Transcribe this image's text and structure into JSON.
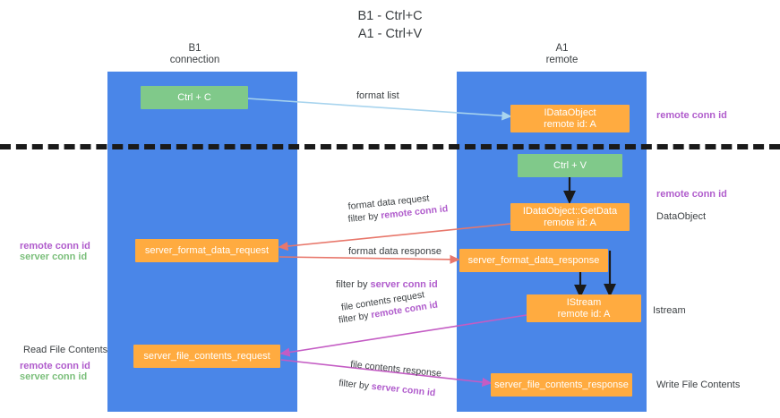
{
  "title": "B1 - Ctrl+C\nA1 - Ctrl+V",
  "colors": {
    "lane": "#4a86e8",
    "node_orange": "#ffab40",
    "node_green": "#80c98a",
    "remote_conn_id": "#b05ccc",
    "server_conn_id": "#7bbf7b",
    "arrow_blue": "#a8d4ee",
    "arrow_red": "#e8776b",
    "arrow_magenta": "#c45cc4",
    "arrow_black": "#1a1a1a",
    "divider": "#1a1a1a"
  },
  "lanes": [
    {
      "id": "b1",
      "header": "B1\nconnection"
    },
    {
      "id": "a1",
      "header": "A1\nremote"
    }
  ],
  "nodes": {
    "ctrl_c": "Ctrl + C",
    "ctrl_v": "Ctrl + V",
    "idataobject": "IDataObject\nremote id: A",
    "getdata": "IDataObject::GetData\nremote id: A",
    "istream": "IStream\nremote id: A",
    "server_format_data_request": "server_format_data_request",
    "server_format_data_response": "server_format_data_response",
    "server_file_contents_request": "server_file_contents_request",
    "server_file_contents_response": "server_file_contents_response"
  },
  "connectors": {
    "format_list": "format list",
    "format_data_request": "format data request",
    "format_data_request_filter_prefix": "filter by ",
    "format_data_request_filter_value": "remote conn id",
    "format_data_response": "format data response",
    "format_data_response_filter_prefix": "filter by ",
    "format_data_response_filter_value": "server conn id",
    "file_contents_request": "file contents request",
    "file_contents_request_filter_prefix": "filter by ",
    "file_contents_request_filter_value": "remote conn id",
    "file_contents_response": "file contents response",
    "file_contents_response_filter_prefix": "filter by ",
    "file_contents_response_filter_value": "server conn id"
  },
  "annotations": {
    "right_remote_conn_id_top": "remote conn id",
    "right_remote_conn_id_mid": "remote conn id",
    "right_dataobject": "DataObject",
    "right_istream": "Istream",
    "right_write_file_contents": "Write File Contents",
    "left_remote_conn_id": "remote conn id",
    "left_server_conn_id": "server conn id",
    "left_read_file_contents": "Read File Contents",
    "left_bottom_remote_conn_id": "remote conn id",
    "left_bottom_server_conn_id": "server conn id"
  }
}
